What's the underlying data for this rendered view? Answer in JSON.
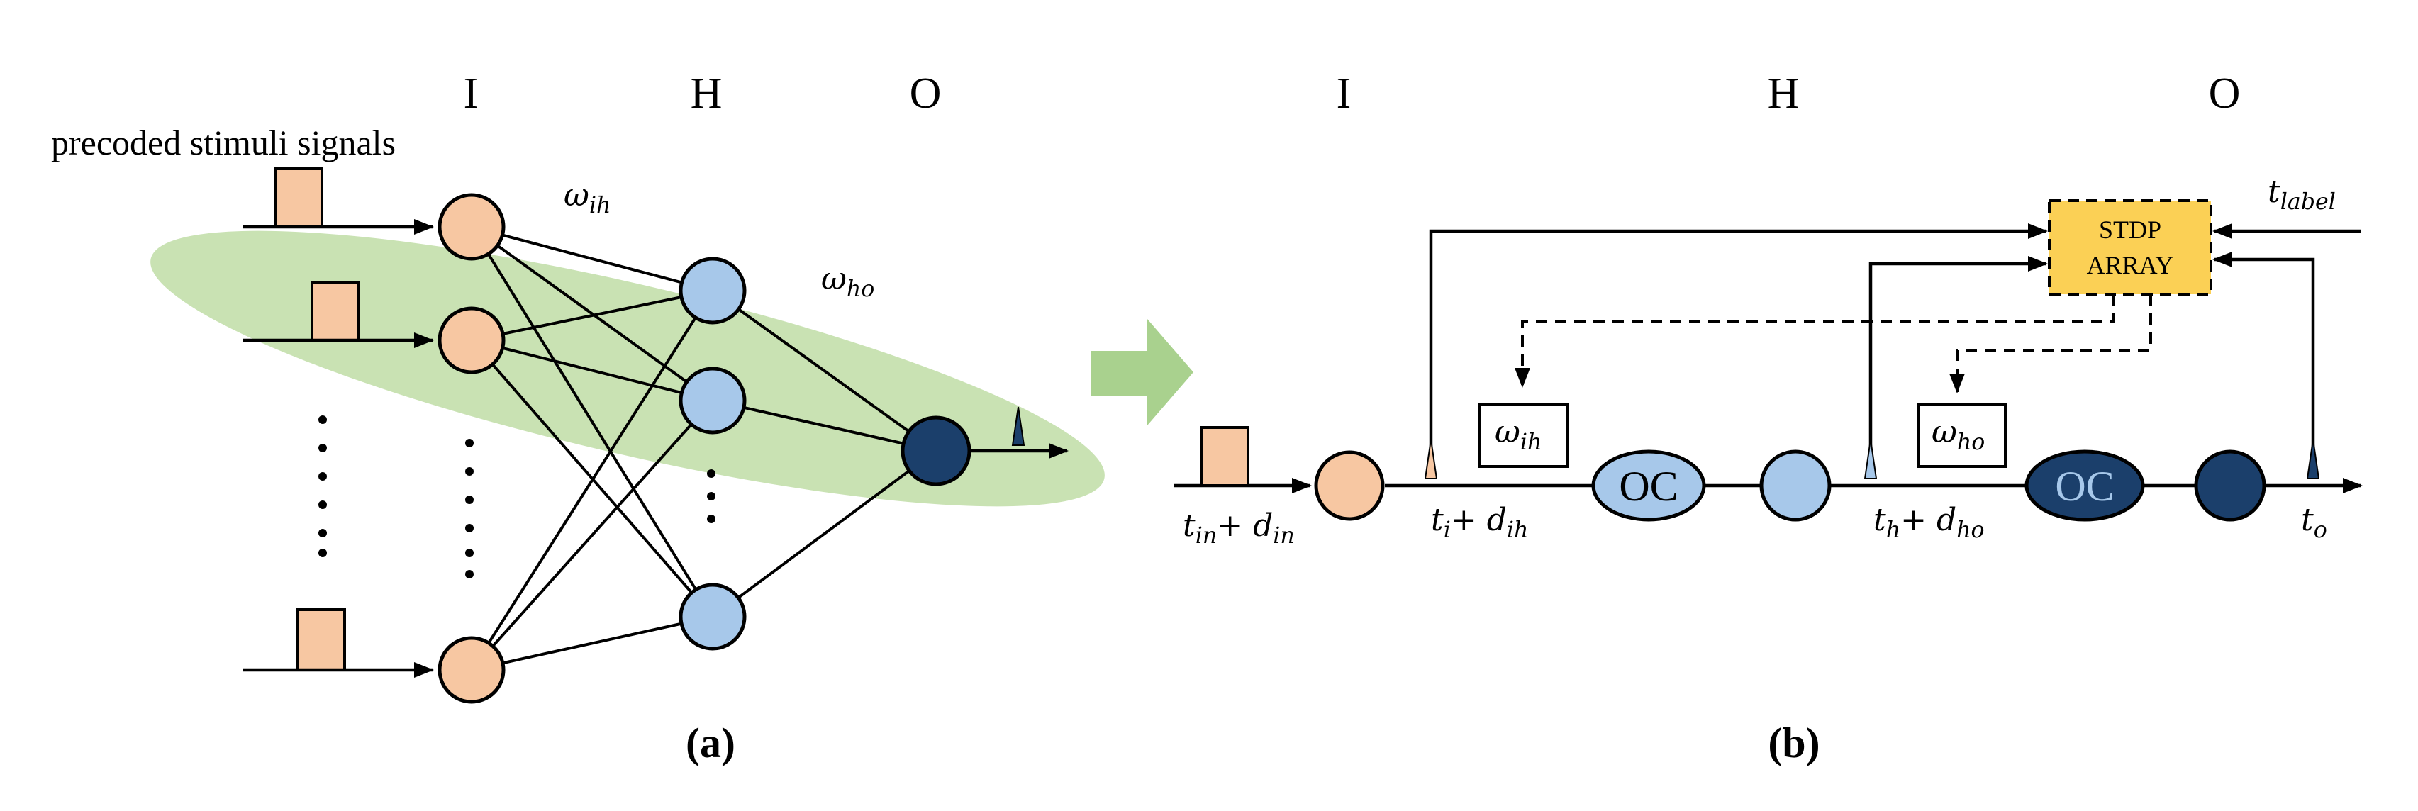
{
  "panel_a": {
    "layer_labels": [
      "I",
      "H",
      "O"
    ],
    "stimuli_label": "precoded stimuli signals",
    "weight_ih": {
      "base": "ω",
      "sub": "ih"
    },
    "weight_ho": {
      "base": "ω",
      "sub": "ho"
    },
    "caption": "(a)",
    "colors": {
      "input": "#f7c7a2",
      "hidden": "#a7c8ea",
      "output": "#1b3f6b",
      "highlight": "#c9e2b3"
    }
  },
  "panel_b": {
    "layer_labels": [
      "I",
      "H",
      "O"
    ],
    "stdp_line1": "STDP",
    "stdp_line2": "ARRAY",
    "t_label": {
      "base": "t",
      "sub": "label"
    },
    "weight_ih": {
      "base": "ω",
      "sub": "ih"
    },
    "weight_ho": {
      "base": "ω",
      "sub": "ho"
    },
    "oc_label": "OC",
    "time_in": {
      "t": "t",
      "t_sub": "in",
      "op": "+ ",
      "d": "d",
      "d_sub": "in"
    },
    "time_i": {
      "t": "t",
      "t_sub": "i",
      "op": "+ ",
      "d": "d",
      "d_sub": "ih"
    },
    "time_h": {
      "t": "t",
      "t_sub": "h",
      "op": "+ ",
      "d": "d",
      "d_sub": "ho"
    },
    "time_o": {
      "t": "t",
      "t_sub": "o"
    },
    "caption": "(b)",
    "colors": {
      "stdp": "#fbd055",
      "arrow": "#a9d18e"
    }
  }
}
